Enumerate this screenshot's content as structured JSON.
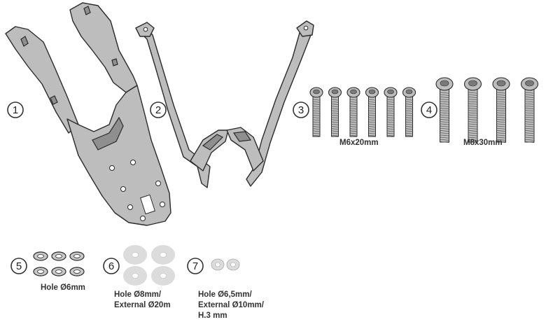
{
  "parts": [
    {
      "number": "1"
    },
    {
      "number": "2"
    },
    {
      "number": "3",
      "label": "M6x20mm",
      "quantity": 6
    },
    {
      "number": "4",
      "label": "M8x30mm",
      "quantity": 4
    },
    {
      "number": "5",
      "label_lines": [
        "Hole Ø6mm"
      ],
      "quantity": 6
    },
    {
      "number": "6",
      "label_lines": [
        "Hole Ø8mm/",
        "External Ø20m"
      ],
      "quantity": 4
    },
    {
      "number": "7",
      "label_lines": [
        "Hole Ø6,5mm/",
        "External Ø10mm/",
        "H.3 mm"
      ],
      "quantity": 2
    }
  ],
  "colors": {
    "metal": "#bdbdbd",
    "washer": "#dcdcdc",
    "outline": "#2b2b2b"
  }
}
